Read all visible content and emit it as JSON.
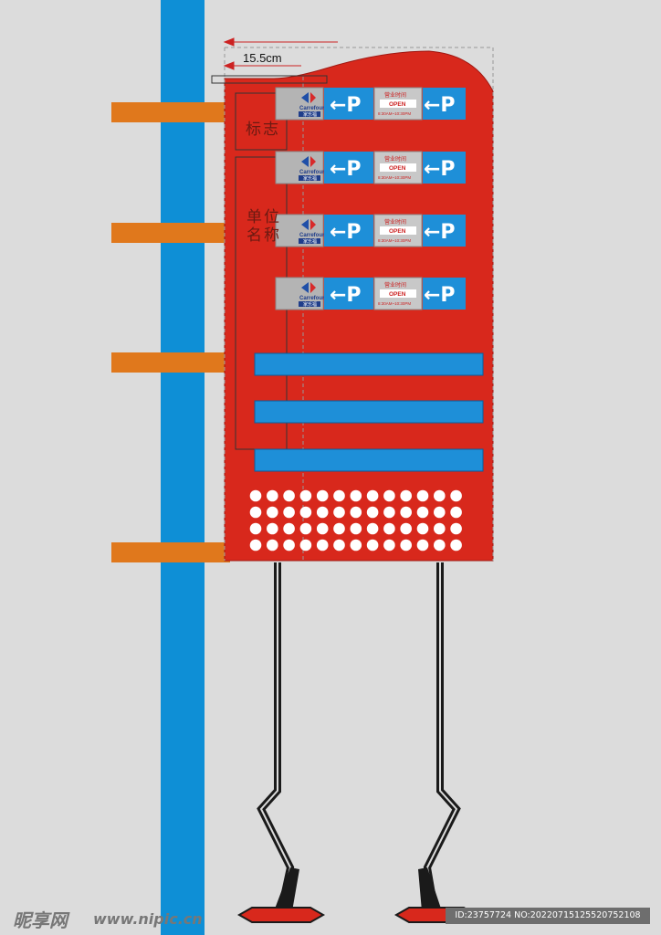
{
  "dimension": {
    "label": "15.5cm"
  },
  "labels": {
    "logo": "标志",
    "unit_name_line1": "单位",
    "unit_name_line2": "名称"
  },
  "sign_row": {
    "logo_brand": "Carrefour",
    "logo_sub": "家乐福",
    "parking_symbol": "←P",
    "hours_title": "营业时间",
    "hours_open": "OPEN",
    "hours_time": "8:30AM~10:30PM"
  },
  "sign_row_count": 4,
  "blank_panel_count": 3,
  "dot_grid": {
    "rows": 4,
    "cols": 13
  },
  "colors": {
    "pole": "#0e8fd6",
    "sign_body": "#d8281c",
    "bracket": "#e0781c",
    "panel_blue": "#1e8fd8",
    "panel_grey": "#b4b4b4",
    "legs": "#1a1a1a",
    "base": "#d8281c"
  },
  "watermark": {
    "site_cn": "昵享网",
    "site_url": "www.nipic.cn",
    "id_text": "ID:23757724 NO:20220715125520752108"
  }
}
